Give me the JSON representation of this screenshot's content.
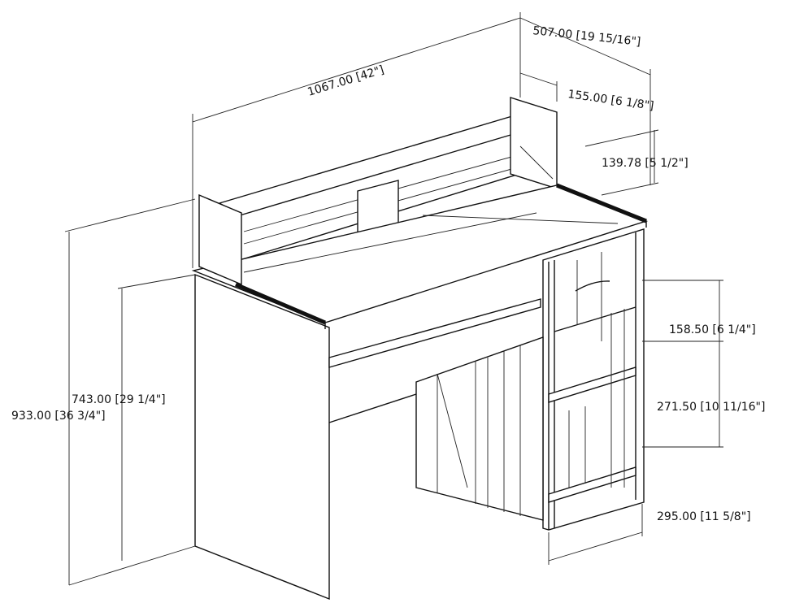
{
  "title": "Desk dimensions drawing",
  "dimensions": {
    "overall_width": "1067.00 [42\"]",
    "overall_depth": "507.00 [19 15/16\"]",
    "hutch_depth": "155.00 [6 1/8\"]",
    "hutch_height": "139.78 [5 1/2\"]",
    "drawer_opening": "158.50 [6 1/4\"]",
    "shelf_opening": "271.50 [10 11/16\"]",
    "cabinet_width": "295.00 [11 5/8\"]",
    "overall_height": "933.00 [36 3/4\"]",
    "desk_height": "743.00 [29 1/4\"]"
  }
}
